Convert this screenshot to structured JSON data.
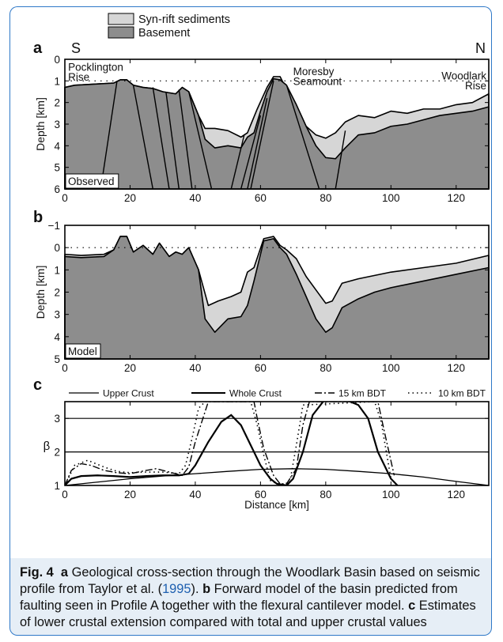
{
  "colors": {
    "frame": "#2e78c8",
    "caption_bg": "#e6eef6",
    "basement": "#8d8d8d",
    "sediment": "#d6d6d6",
    "ref": "#1d5fb0"
  },
  "legend": {
    "sediments": "Syn-rift sediments",
    "basement": "Basement"
  },
  "chart_data": [
    {
      "panel": "a",
      "type": "area",
      "xlabel": "",
      "ylabel": "Depth [km]",
      "xlim": [
        0,
        130
      ],
      "ylim": [
        0,
        6
      ],
      "y_inverted": true,
      "xticks": [
        "0",
        "20",
        "40",
        "60",
        "80",
        "100",
        "120"
      ],
      "yticks": [
        "0",
        "1",
        "2",
        "3",
        "4",
        "5",
        "6"
      ],
      "left_label": "S",
      "right_label": "N",
      "box_label": "Observed",
      "annotations": [
        {
          "text": "Pocklington",
          "x": 1,
          "y": 0.35
        },
        {
          "text": "Rise",
          "x": 1,
          "y": 0.8
        },
        {
          "text": "Moresby",
          "x": 70,
          "y": 0.55
        },
        {
          "text": "Seamount",
          "x": 70,
          "y": 1.0
        },
        {
          "text": "Woodlark",
          "x": 130,
          "y": 0.75
        },
        {
          "text": "Rise",
          "x": 130,
          "y": 1.2
        }
      ],
      "dotted_level": 1.0,
      "series": [
        {
          "name": "Syn-rift sediments",
          "x": [
            0,
            3,
            15,
            17,
            19,
            21,
            24,
            27,
            30,
            32,
            34,
            36,
            38,
            41,
            43,
            46,
            50,
            54,
            56,
            59,
            62,
            64,
            66,
            68,
            71,
            74,
            77,
            80,
            83,
            86,
            90,
            95,
            100,
            105,
            110,
            115,
            120,
            125,
            130
          ],
          "y": [
            1.3,
            1.2,
            1.1,
            0.95,
            0.95,
            1.2,
            1.3,
            1.35,
            1.5,
            1.55,
            1.6,
            1.3,
            1.5,
            2.6,
            3.2,
            3.2,
            3.3,
            3.6,
            3.4,
            2.3,
            1.3,
            0.8,
            0.8,
            1.4,
            2.7,
            3.1,
            3.5,
            3.65,
            3.4,
            2.9,
            2.6,
            2.7,
            2.4,
            2.5,
            2.3,
            2.3,
            2.1,
            2.0,
            1.6
          ]
        },
        {
          "name": "Basement",
          "x": [
            0,
            3,
            15,
            17,
            19,
            21,
            24,
            27,
            30,
            32,
            34,
            36,
            38,
            41,
            43,
            46,
            50,
            54,
            56,
            58,
            60,
            62,
            64,
            66,
            68,
            71,
            74,
            77,
            80,
            83,
            86,
            90,
            95,
            100,
            105,
            110,
            115,
            120,
            125,
            130
          ],
          "y": [
            1.3,
            1.2,
            1.1,
            0.95,
            0.95,
            1.2,
            1.3,
            1.35,
            1.5,
            1.55,
            1.6,
            1.3,
            1.5,
            2.6,
            3.7,
            4.1,
            4.0,
            4.1,
            3.6,
            3.4,
            2.4,
            1.5,
            0.9,
            0.95,
            1.2,
            2.1,
            3.1,
            4.0,
            4.55,
            4.6,
            4.1,
            3.5,
            3.4,
            3.1,
            3.0,
            2.8,
            2.6,
            2.5,
            2.4,
            2.2
          ]
        }
      ],
      "faults": [
        [
          [
            16,
            1.0
          ],
          [
            11,
            6
          ]
        ],
        [
          [
            21,
            1.2
          ],
          [
            27,
            6
          ]
        ],
        [
          [
            27,
            1.3
          ],
          [
            32,
            6
          ]
        ],
        [
          [
            31,
            1.5
          ],
          [
            35,
            6
          ]
        ],
        [
          [
            35,
            1.4
          ],
          [
            39,
            6
          ]
        ],
        [
          [
            38,
            1.5
          ],
          [
            45,
            6
          ]
        ],
        [
          [
            55,
            3.5
          ],
          [
            51,
            6
          ]
        ],
        [
          [
            60,
            2.6
          ],
          [
            54,
            6
          ]
        ],
        [
          [
            62,
            1.8
          ],
          [
            56,
            6
          ]
        ],
        [
          [
            64,
            1.0
          ],
          [
            57,
            6
          ]
        ],
        [
          [
            68,
            1.2
          ],
          [
            78,
            6
          ]
        ],
        [
          [
            86,
            3.3
          ],
          [
            83,
            6
          ]
        ]
      ]
    },
    {
      "panel": "b",
      "type": "area",
      "xlabel": "",
      "ylabel": "Depth [km]",
      "xlim": [
        0,
        130
      ],
      "ylim": [
        -1,
        5
      ],
      "y_inverted": true,
      "xticks": [
        "0",
        "20",
        "40",
        "60",
        "80",
        "100",
        "120"
      ],
      "yticks": [
        "−1",
        "0",
        "1",
        "2",
        "3",
        "4",
        "5"
      ],
      "box_label": "Model",
      "dotted_level": 0,
      "series": [
        {
          "name": "Syn-rift sediments",
          "x": [
            0,
            5,
            12,
            15,
            17,
            19,
            21,
            24,
            27,
            29,
            32,
            34,
            36,
            38,
            41,
            44,
            47,
            51,
            54,
            56,
            58,
            61,
            64,
            66,
            68,
            71,
            74,
            77,
            80,
            82,
            85,
            90,
            95,
            100,
            110,
            120,
            130
          ],
          "y": [
            0.3,
            0.35,
            0.3,
            0.1,
            -0.5,
            -0.5,
            0.2,
            -0.1,
            0.3,
            -0.2,
            0.4,
            0.2,
            0.3,
            0.0,
            1.0,
            2.6,
            2.4,
            2.2,
            2.0,
            1.1,
            0.9,
            -0.4,
            -0.5,
            -0.1,
            0.1,
            0.5,
            1.3,
            1.9,
            2.5,
            2.4,
            1.6,
            1.4,
            1.25,
            1.1,
            0.9,
            0.7,
            0.35
          ]
        },
        {
          "name": "Basement",
          "x": [
            0,
            5,
            12,
            15,
            17,
            19,
            21,
            24,
            27,
            29,
            32,
            34,
            36,
            38,
            41,
            43,
            46,
            50,
            54,
            56,
            58,
            61,
            64,
            66,
            68,
            71,
            74,
            77,
            80,
            82,
            85,
            90,
            95,
            100,
            110,
            120,
            130
          ],
          "y": [
            0.4,
            0.45,
            0.4,
            0.1,
            -0.5,
            -0.5,
            0.2,
            -0.1,
            0.3,
            -0.2,
            0.4,
            0.2,
            0.3,
            0.0,
            1.0,
            3.2,
            3.8,
            3.2,
            3.1,
            2.6,
            1.5,
            -0.3,
            -0.4,
            0.0,
            0.3,
            1.2,
            2.2,
            3.2,
            3.8,
            3.6,
            2.7,
            2.3,
            2.0,
            1.8,
            1.5,
            1.2,
            0.9
          ]
        }
      ]
    },
    {
      "panel": "c",
      "type": "line",
      "xlabel": "Distance [km]",
      "ylabel": "β",
      "xlim": [
        0,
        130
      ],
      "ylim": [
        1,
        3.5
      ],
      "xticks": [
        "0",
        "20",
        "40",
        "60",
        "80",
        "100",
        "120"
      ],
      "yticks": [
        "1",
        "2",
        "3"
      ],
      "hlines": [
        2,
        3
      ],
      "legend": [
        "Upper Crust",
        "Whole Crust",
        "15 km BDT",
        "10 km BDT"
      ],
      "series": [
        {
          "name": "Upper Crust",
          "x": [
            0,
            10,
            20,
            30,
            40,
            50,
            60,
            70,
            80,
            90,
            100,
            110,
            120,
            130
          ],
          "y": [
            1.0,
            1.1,
            1.2,
            1.28,
            1.35,
            1.42,
            1.48,
            1.5,
            1.48,
            1.42,
            1.35,
            1.25,
            1.12,
            1.0
          ]
        },
        {
          "name": "Whole Crust",
          "x": [
            0,
            2,
            5,
            10,
            15,
            20,
            25,
            30,
            35,
            38,
            40,
            44,
            48,
            51,
            54,
            57,
            60,
            63,
            65,
            68,
            70,
            73,
            76,
            80,
            85,
            90,
            93,
            96,
            100,
            102
          ],
          "y": [
            1.0,
            1.2,
            1.28,
            1.3,
            1.28,
            1.25,
            1.28,
            1.3,
            1.3,
            1.35,
            1.6,
            2.3,
            2.9,
            3.1,
            2.8,
            2.2,
            1.6,
            1.2,
            1.05,
            1.0,
            1.2,
            2.0,
            3.1,
            3.6,
            3.6,
            3.4,
            3.0,
            2.0,
            1.2,
            1.0
          ]
        },
        {
          "name": "15 km BDT",
          "x": [
            0,
            2,
            5,
            8,
            12,
            16,
            20,
            25,
            28,
            32,
            36,
            38,
            40,
            42,
            44,
            58,
            59,
            61,
            64,
            66,
            68,
            71,
            73,
            75,
            96,
            98,
            101
          ],
          "y": [
            1.0,
            1.45,
            1.65,
            1.6,
            1.45,
            1.38,
            1.35,
            1.45,
            1.5,
            1.4,
            1.3,
            1.55,
            2.3,
            2.9,
            3.5,
            3.5,
            3.0,
            2.1,
            1.3,
            1.05,
            1.05,
            1.5,
            2.8,
            3.5,
            3.5,
            2.6,
            1.3
          ]
        },
        {
          "name": "10 km BDT",
          "x": [
            0,
            3,
            7,
            12,
            16,
            20,
            25,
            30,
            35,
            37,
            39,
            41,
            43,
            57,
            59,
            61,
            63,
            66,
            69,
            71,
            73,
            95,
            97,
            100
          ],
          "y": [
            1.0,
            1.6,
            1.75,
            1.55,
            1.42,
            1.38,
            1.4,
            1.4,
            1.35,
            1.6,
            2.4,
            3.3,
            3.5,
            3.5,
            2.8,
            1.9,
            1.15,
            1.0,
            1.1,
            2.2,
            3.4,
            3.5,
            2.9,
            1.2
          ]
        }
      ]
    }
  ],
  "caption": {
    "fig": "Fig. 4",
    "a_label": "a",
    "a_text": " Geological cross-section through the Woodlark Basin based on seismic profile from Taylor et al. (",
    "a_ref": "1995",
    "a_end": "). ",
    "b_label": "b",
    "b_text": " Forward model of the basin predicted from faulting seen in Profile A together with the flexural cantilever model. ",
    "c_label": "c",
    "c_text": " Estimates of lower crustal extension compared with total and upper crustal values"
  }
}
